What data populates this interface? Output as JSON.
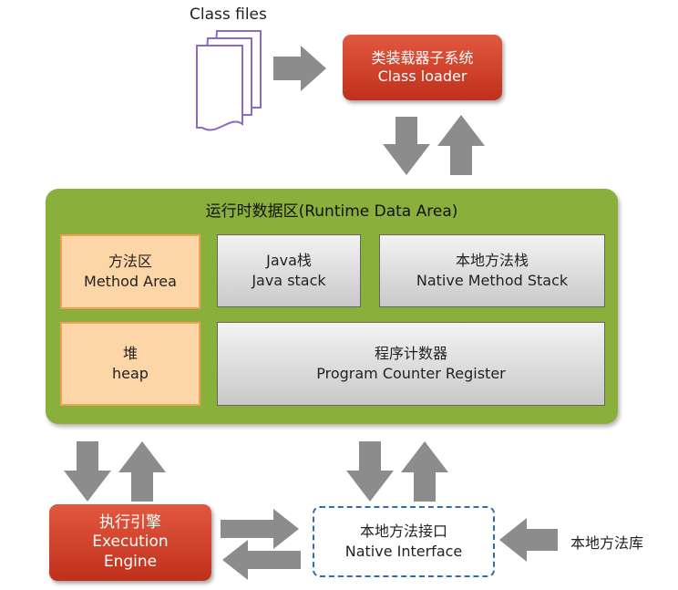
{
  "class_files": {
    "label": "Class files"
  },
  "class_loader": {
    "line1": "类装载器子系统",
    "line2": "Class loader"
  },
  "runtime_area": {
    "title": "运行时数据区(Runtime Data Area)",
    "method_area": {
      "line1": "方法区",
      "line2": "Method Area"
    },
    "java_stack": {
      "line1": "Java栈",
      "line2": "Java stack"
    },
    "native_stack": {
      "line1": "本地方法栈",
      "line2": "Native Method Stack"
    },
    "heap": {
      "line1": "堆",
      "line2": "heap"
    },
    "pc_register": {
      "line1": "程序计数器",
      "line2": "Program Counter Register"
    }
  },
  "execution_engine": {
    "line1": "执行引擎",
    "line2": "Execution",
    "line3": "Engine"
  },
  "native_interface": {
    "line1": "本地方法接口",
    "line2": "Native Interface"
  },
  "native_library": {
    "label": "本地方法库"
  },
  "colors": {
    "red_box": "#d2432c",
    "runtime_green": "#8ab03b",
    "orange_box": "#fcd6a6",
    "arrow_gray": "#8c8c8c",
    "dashed_blue": "#2e6db4"
  }
}
